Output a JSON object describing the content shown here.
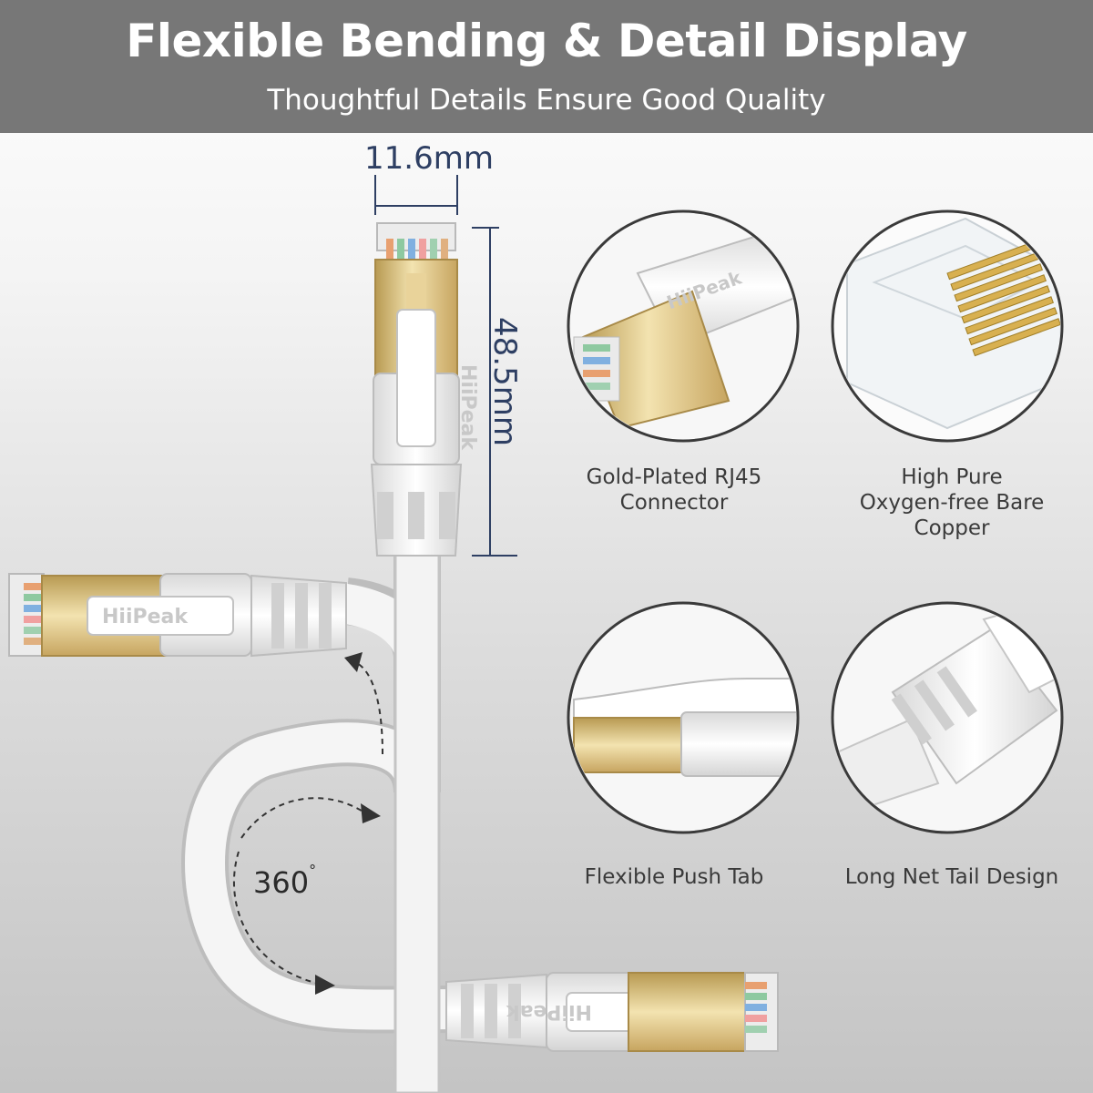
{
  "header": {
    "title": "Flexible Bending & Detail Display",
    "subtitle": "Thoughtful Details Ensure Good Quality"
  },
  "dimensions": {
    "width_label": "11.6mm",
    "length_label": "48.5mm"
  },
  "rotation": {
    "value": "360",
    "unit": "°"
  },
  "brand": "HiiPeak",
  "features": [
    {
      "icon": "gold-plated-connector-icon",
      "lines": [
        "Gold-Plated RJ45",
        "Connector"
      ]
    },
    {
      "icon": "copper-contacts-icon",
      "lines": [
        "High Pure",
        "Oxygen-free Bare",
        "Copper"
      ]
    },
    {
      "icon": "push-tab-icon",
      "lines": [
        "Flexible Push Tab"
      ]
    },
    {
      "icon": "net-tail-icon",
      "lines": [
        "Long Net Tail Design"
      ]
    }
  ],
  "colors": {
    "banner": "#777777",
    "dimension": "#2e3f63",
    "gold": "#d8b868",
    "cable": "#f4f4f4"
  }
}
